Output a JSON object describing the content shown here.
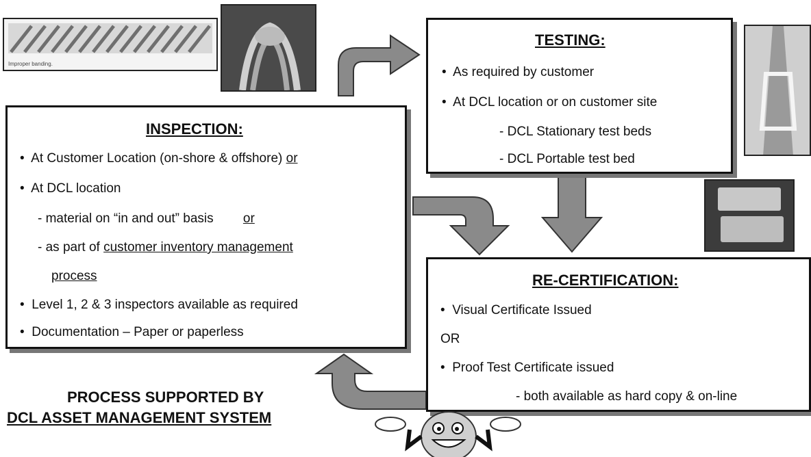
{
  "inspection": {
    "title": "INSPECTION:",
    "line1": "At Customer Location (on-shore & offshore)",
    "line1_or": "or",
    "line2": "At DCL location",
    "line3": "- material on “in and out” basis",
    "line3_or": "or",
    "line4_prefix": "- as part of",
    "line4_link": "customer inventory management",
    "line5_link": "process",
    "line6": "Level 1, 2 & 3 inspectors available as required",
    "line7": "Documentation – Paper or paperless"
  },
  "testing": {
    "title": "TESTING:",
    "line1": "As required by customer",
    "line2": "At DCL location or on customer site",
    "line3": "- DCL Stationary test beds",
    "line4": "- DCL Portable test bed"
  },
  "recert": {
    "title": "RE-CERTIFICATION:",
    "line1": "Visual Certificate Issued",
    "line2": "OR",
    "line3": "Proof Test Certificate issued",
    "line4": "- both available as hard copy & on-line"
  },
  "footer": {
    "line1": "PROCESS SUPPORTED BY",
    "line2": "DCL ASSET MANAGEMENT SYSTEM"
  },
  "photo_caption": "Improper banding.",
  "bullet": "•",
  "colors": {
    "arrow": "#8a8a8a",
    "border": "#111111",
    "shadow": "#777777"
  }
}
